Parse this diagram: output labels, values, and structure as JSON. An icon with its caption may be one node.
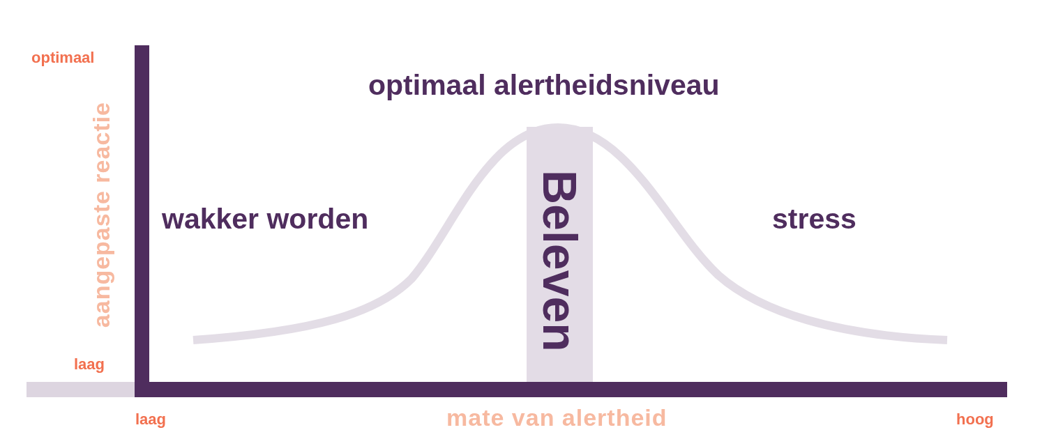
{
  "diagram": {
    "nodes": [
      {
        "text": [
          "Beleven"
        ]
      }
    ],
    "labels": [
      "optimaal",
      "optimaal alertheidsniveau",
      "aangepaste reactie",
      "wakker worden",
      "stress",
      "laag",
      "laag",
      "mate van alertheid",
      "hoog"
    ]
  }
}
